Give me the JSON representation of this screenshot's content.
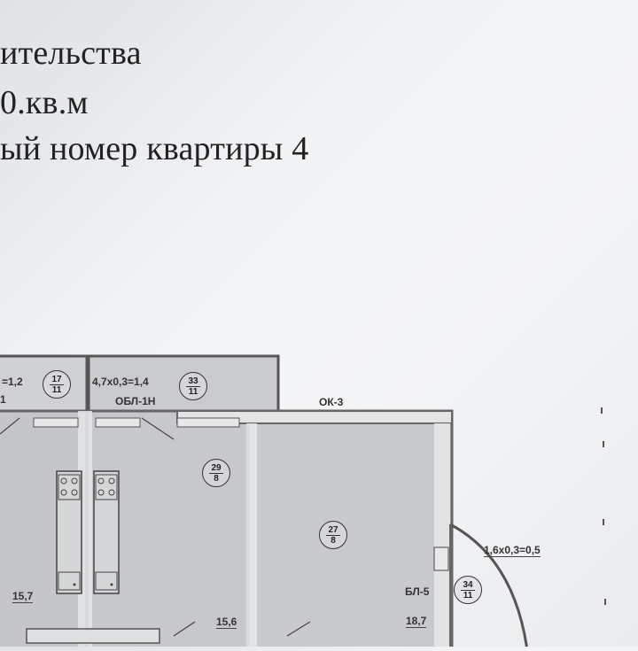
{
  "header_lines": [
    "ительства",
    "0.кв.м",
    "ый номер квартиры 4"
  ],
  "plan": {
    "labels": {
      "a": "=1,2",
      "b": "1",
      "c": "4,7x0,3=1,4",
      "d": "ОБЛ-1Н",
      "e": "ОК-3",
      "f": "1,6x0,3=0,5",
      "g": "БЛ-5",
      "area1": "15,7",
      "area2": "15,6",
      "area3": "18,7"
    },
    "markers": [
      {
        "top": "17",
        "bottom": "11"
      },
      {
        "top": "33",
        "bottom": "11"
      },
      {
        "top": "29",
        "bottom": "8"
      },
      {
        "top": "27",
        "bottom": "8"
      },
      {
        "top": "34",
        "bottom": "11"
      }
    ]
  }
}
